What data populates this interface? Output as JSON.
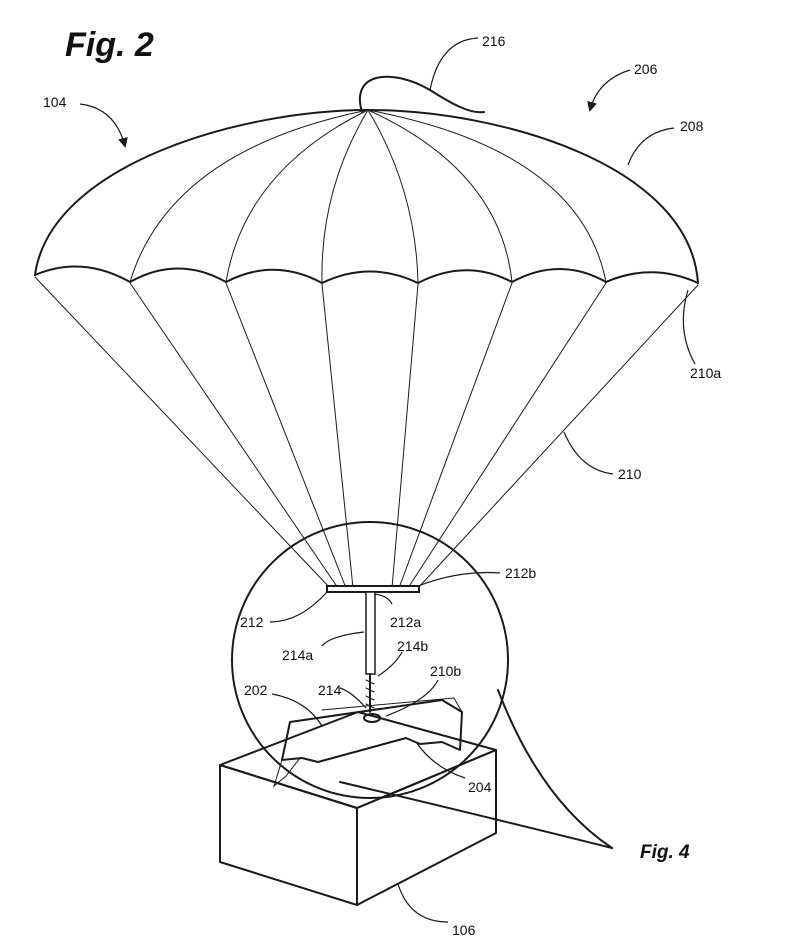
{
  "figure": {
    "title": "Fig. 2",
    "detail_reference": "Fig. 4"
  },
  "labels": {
    "l104": "104",
    "l106": "106",
    "l202": "202",
    "l204": "204",
    "l206": "206",
    "l208": "208",
    "l210": "210",
    "l210a": "210a",
    "l210b": "210b",
    "l212": "212",
    "l212a": "212a",
    "l212b": "212b",
    "l214": "214",
    "l214a": "214a",
    "l214b": "214b",
    "l216": "216"
  }
}
